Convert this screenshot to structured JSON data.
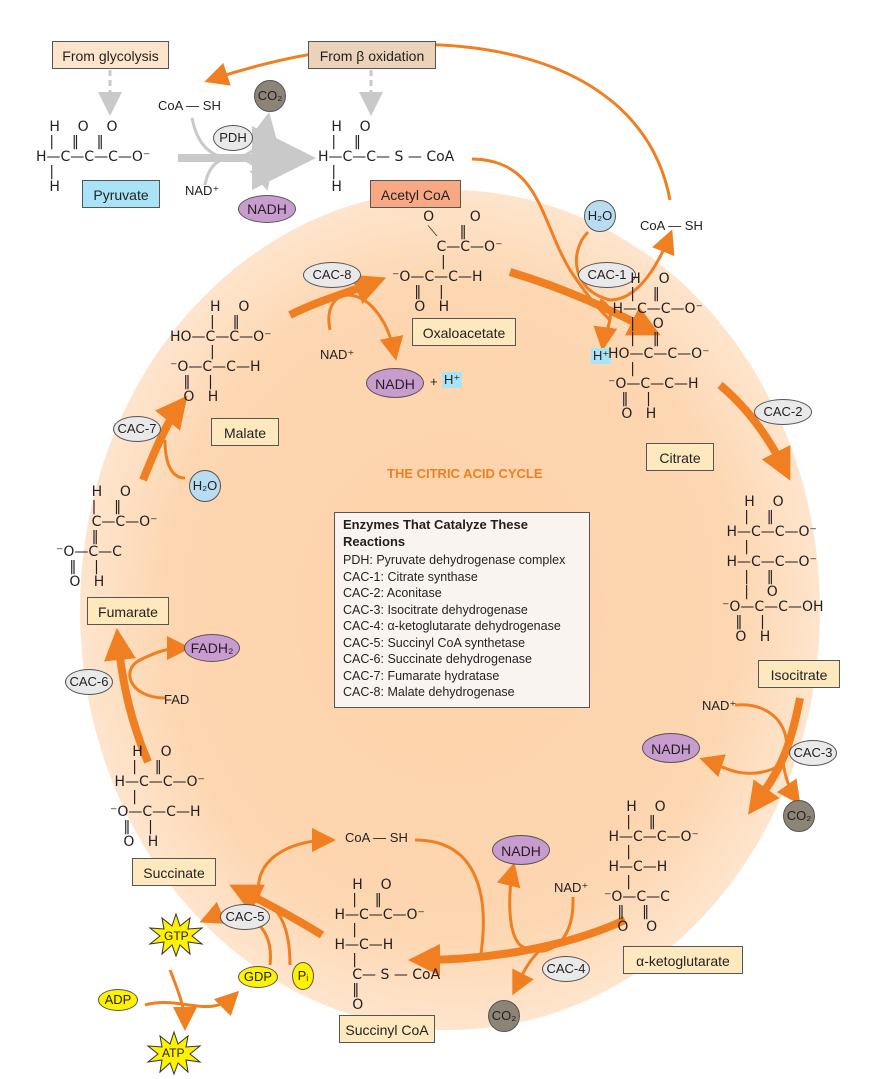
{
  "diagram": {
    "title": "THE CITRIC ACID CYCLE",
    "sources": {
      "glycolysis": "From glycolysis",
      "beta_oxidation": "From β oxidation"
    },
    "compounds": {
      "pyruvate": "Pyruvate",
      "acetyl_coa": "Acetyl CoA",
      "oxaloacetate": "Oxaloacetate",
      "citrate": "Citrate",
      "isocitrate": "Isocitrate",
      "alpha_ketoglutarate": "α-ketoglutarate",
      "succinyl_coa": "Succinyl CoA",
      "succinate": "Succinate",
      "fumarate": "Fumarate",
      "malate": "Malate"
    },
    "enzymes_labels": {
      "pdh": "PDH",
      "cac1": "CAC-1",
      "cac2": "CAC-2",
      "cac3": "CAC-3",
      "cac4": "CAC-4",
      "cac5": "CAC-5",
      "cac6": "CAC-6",
      "cac7": "CAC-7",
      "cac8": "CAC-8"
    },
    "cofactors": {
      "coa_sh": "CoA — SH",
      "co2": "CO₂",
      "nad_plus": "NAD⁺",
      "nadh": "NADH",
      "h2o": "H₂O",
      "h_plus": "H⁺",
      "plus": "+",
      "fad": "FAD",
      "fadh2": "FADH₂",
      "gtp": "GTP",
      "gdp": "GDP",
      "atp": "ATP",
      "adp": "ADP",
      "pi": "Pᵢ"
    },
    "structures": {
      "pyruvate": "   H    O    O\n   |    ‖    ‖\nH—C—C—C—O⁻\n   |\n   H",
      "acetyl_coa": "   H    O\n   |    ‖\nH—C—C— S — CoA\n   |\n   H",
      "oxaloacetate": "       O        O\n        ⟍     ‖\n          C—C—O⁻\n           |\n⁻O—C—C—H\n     ‖    |\n     O   H",
      "citrate": "     H    O\n     |    ‖\n H—C—C—O⁻\n     |    O\n     |    ‖\nHO—C—C—O⁻\n     |\n⁻O—C—C—H\n   ‖    |\n   O   H",
      "isocitrate": "     H    O\n     |    ‖\n H—C—C—O⁻\n     |\n H—C—C—O⁻\n     |    ‖\n     |    O\n⁻O—C—C—OH\n   ‖    |\n   O   H",
      "alpha_ketoglutarate": "     H    O\n     |    ‖\n H—C—C—O⁻\n     |\n H—C—H\n     |\n⁻O—C—C\n   ‖    ‖\n   O    O",
      "succinyl_coa": "     H    O\n     |    ‖\n H—C—C—O⁻\n     |\n H—C—H\n     |\n     C— S — CoA\n     ‖\n     O",
      "succinate": "     H    O\n     |    ‖\n H—C—C—O⁻\n     |\n⁻O—C—C—H\n   ‖    |\n   O   H",
      "fumarate": "        H    O\n        |    ‖\n        C—C—O⁻\n        ‖\n⁻O—C—C\n   ‖    |\n   O   H",
      "malate": "         H    O\n         |    ‖\nHO—C—C—O⁻\n         |\n⁻O—C—C—H\n   ‖    |\n   O   H"
    },
    "legend": {
      "heading": "Enzymes That Catalyze These Reactions",
      "items": [
        "PDH:  Pyruvate dehydrogenase complex",
        "CAC-1: Citrate synthase",
        "CAC-2: Aconitase",
        "CAC-3: Isocitrate dehydrogenase",
        "CAC-4: α-ketoglutarate dehydrogenase",
        "CAC-5: Succinyl CoA synthetase",
        "CAC-6: Succinate dehydrogenase",
        "CAC-7: Fumarate hydratase",
        "CAC-8: Malate dehydrogenase"
      ]
    },
    "colors": {
      "arrow": "#f07f22",
      "cycle_background": "#fdd7b2",
      "compound_label": "#fde9bd",
      "nadh": "#c99ccf",
      "co2": "#8c8476",
      "h2o": "#b9dcf0",
      "enzyme": "#e9e9e9",
      "energy": "#fff200",
      "highlight_acetyl": "#f7a6bd",
      "highlight_carboxyl": "#bfb8ae"
    }
  }
}
